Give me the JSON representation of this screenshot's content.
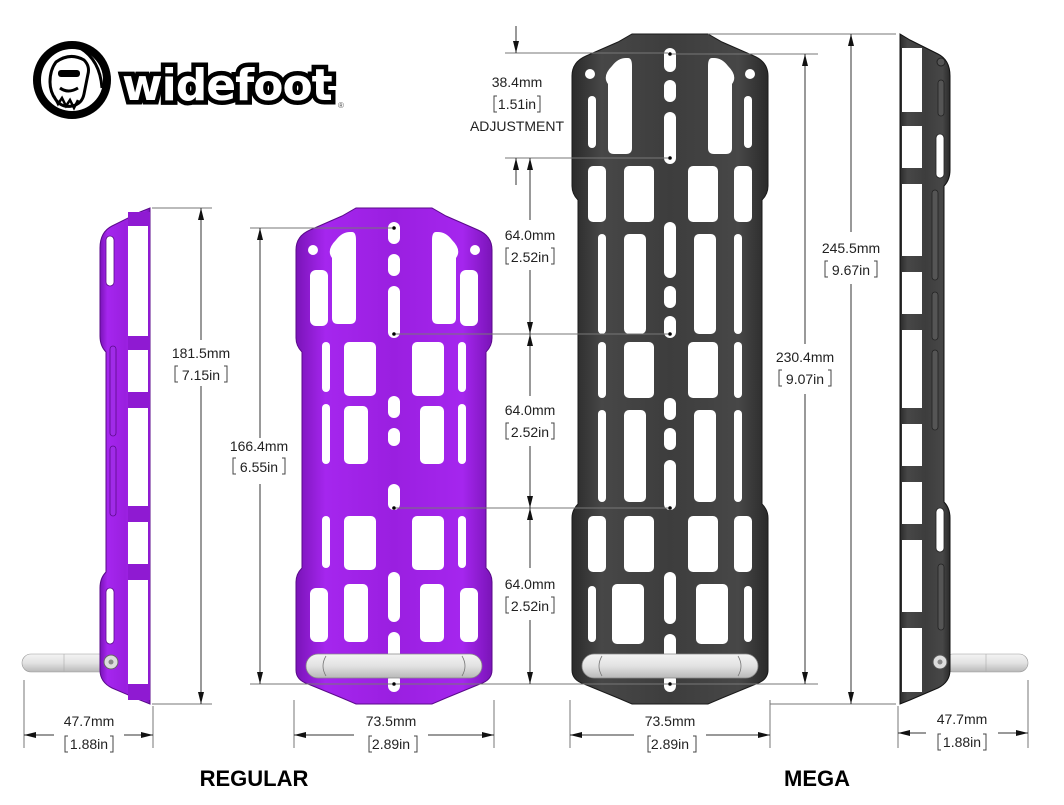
{
  "brand": {
    "name": "widefoot",
    "registered_mark": "®",
    "icon": "bigfoot-face-logo-icon"
  },
  "colors": {
    "regular_plate": "#9a1fe0",
    "regular_plate_dark": "#6e10a8",
    "mega_plate": "#3b3b3b",
    "mega_plate_dark": "#222222",
    "strap_bar": "#e6e6e6",
    "dimension_line": "#333333",
    "text": "#222222"
  },
  "products": [
    {
      "label": "REGULAR",
      "color_name": "purple",
      "side_view": {
        "depth_mm": "47.7mm",
        "depth_in": "1.88in"
      },
      "front_view": {
        "overall_height_mm": "181.5mm",
        "overall_height_in": "7.15in",
        "hole_span_mm": "166.4mm",
        "hole_span_in": "6.55in",
        "width_mm": "73.5mm",
        "width_in": "2.89in"
      }
    },
    {
      "label": "MEGA",
      "color_name": "black",
      "side_view": {
        "depth_mm": "47.7mm",
        "depth_in": "1.88in"
      },
      "front_view": {
        "overall_height_mm": "245.5mm",
        "overall_height_in": "9.67in",
        "hole_span_mm": "230.4mm",
        "hole_span_in": "9.07in",
        "width_mm": "73.5mm",
        "width_in": "2.89in"
      }
    }
  ],
  "adjustment": {
    "value_mm": "38.4mm",
    "value_in": "1.51in",
    "label": "ADJUSTMENT"
  },
  "spacing": [
    {
      "value_mm": "64.0mm",
      "value_in": "2.52in"
    },
    {
      "value_mm": "64.0mm",
      "value_in": "2.52in"
    },
    {
      "value_mm": "64.0mm",
      "value_in": "2.52in"
    }
  ]
}
